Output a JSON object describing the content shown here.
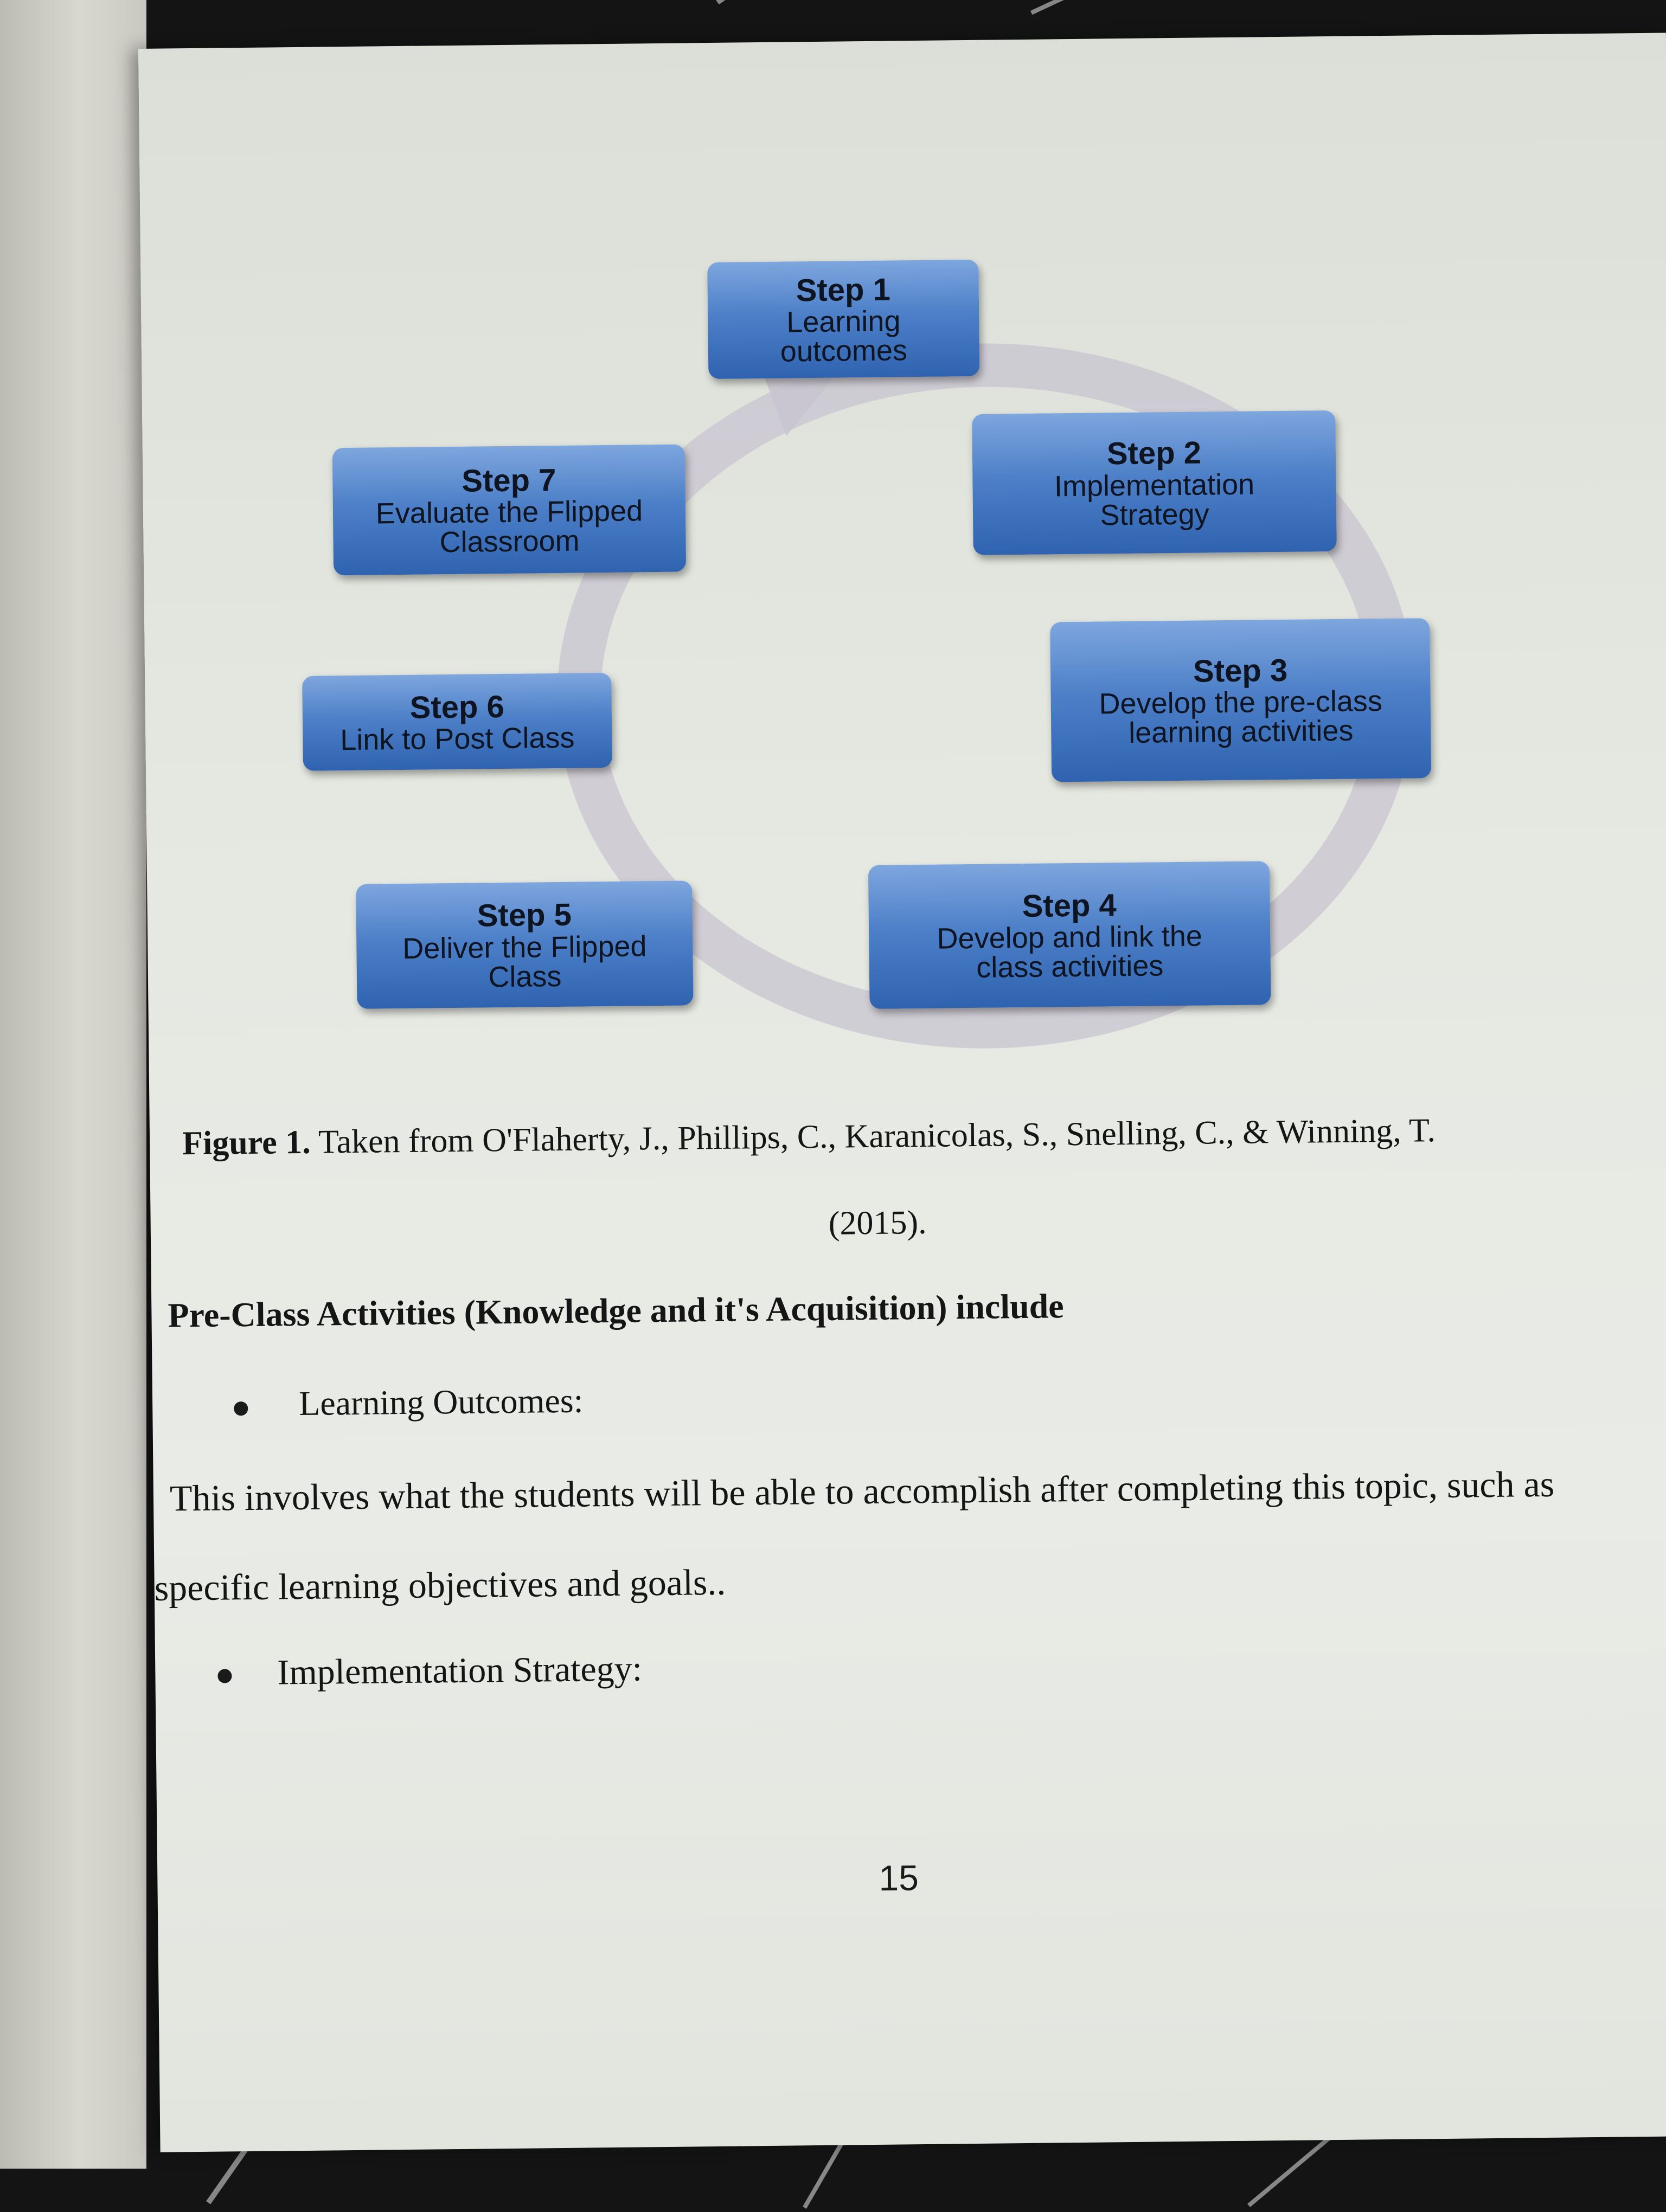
{
  "diagram": {
    "steps": [
      {
        "title": "Step 1",
        "desc": "Learning\noutcomes"
      },
      {
        "title": "Step 2",
        "desc": "Implementation\nStrategy"
      },
      {
        "title": "Step 3",
        "desc": "Develop the pre-class\nlearning activities"
      },
      {
        "title": "Step 4",
        "desc": "Develop and link the\nclass activities"
      },
      {
        "title": "Step 5",
        "desc": "Deliver the Flipped\nClass"
      },
      {
        "title": "Step 6",
        "desc": "Link to Post Class"
      },
      {
        "title": "Step 7",
        "desc": "Evaluate the Flipped\nClassroom"
      }
    ],
    "box_color": "#3f73bd"
  },
  "caption": {
    "label": "Figure 1.",
    "text": "Taken from O'Flaherty, J., Phillips, C., Karanicolas, S., Snelling, C., & Winning, T.",
    "year": "(2015)."
  },
  "section": {
    "heading": "Pre-Class Activities (Knowledge and it's Acquisition) include",
    "bullet1": "Learning Outcomes:",
    "paragraph_line1": "This involves what the students will be able to accomplish after completing this topic, such as",
    "paragraph_line2": "specific learning objectives and goals..",
    "bullet2": "Implementation Strategy:"
  },
  "page_number": "15"
}
